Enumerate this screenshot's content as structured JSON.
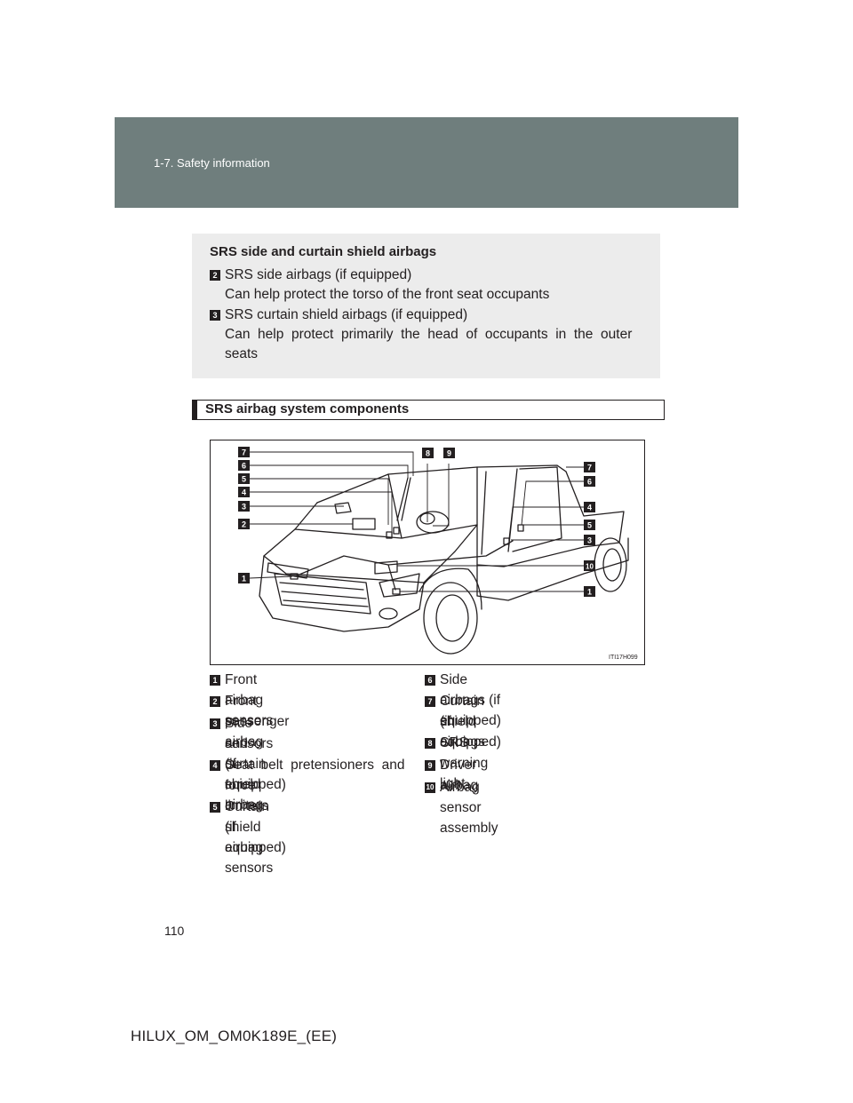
{
  "header": {
    "section": "1-7. Safety information"
  },
  "shaded_box": {
    "title": "SRS side and curtain shield airbags",
    "items": [
      {
        "num": "2",
        "text": "SRS side airbags (if equipped)",
        "sub": "Can help protect the torso of the front seat occupants"
      },
      {
        "num": "3",
        "text": "SRS curtain shield airbags (if equipped)",
        "sub1": "Can  help  protect  primarily  the  head  of  occupants  in  the  outer",
        "sub2": "seats"
      }
    ]
  },
  "section_title": "SRS airbag system components",
  "figure": {
    "code": "ITI17H099",
    "left_callouts": [
      "7",
      "6",
      "5",
      "4",
      "3",
      "2",
      "1"
    ],
    "top_callouts": [
      "8",
      "9"
    ],
    "right_callouts": [
      "7",
      "6",
      "4",
      "5",
      "3",
      "10",
      "1"
    ]
  },
  "legend_left": [
    {
      "num": "1",
      "l1": "Front airbag sensors"
    },
    {
      "num": "2",
      "l1": "Front passenger airbag"
    },
    {
      "num": "3",
      "l1": "Side and curtain shield airbag",
      "l2": "sensors (if equipped)"
    },
    {
      "num": "4",
      "l1": "Seat  belt  pretensioners  and",
      "l2": "force limiters"
    },
    {
      "num": "5",
      "l1": "Curtain shield airbag sensors",
      "l2": "(if equipped)"
    }
  ],
  "legend_right": [
    {
      "num": "6",
      "l1": "Side airbags (if equipped)"
    },
    {
      "num": "7",
      "l1": "Curtain shield airbags",
      "l2": "(if equipped)"
    },
    {
      "num": "8",
      "l1": "SRS warning light"
    },
    {
      "num": "9",
      "l1": "Driver airbag"
    },
    {
      "num": "10",
      "l1": "Airbag sensor assembly"
    }
  ],
  "page_number": "110",
  "footer": "HILUX_OM_OM0K189E_(EE)"
}
